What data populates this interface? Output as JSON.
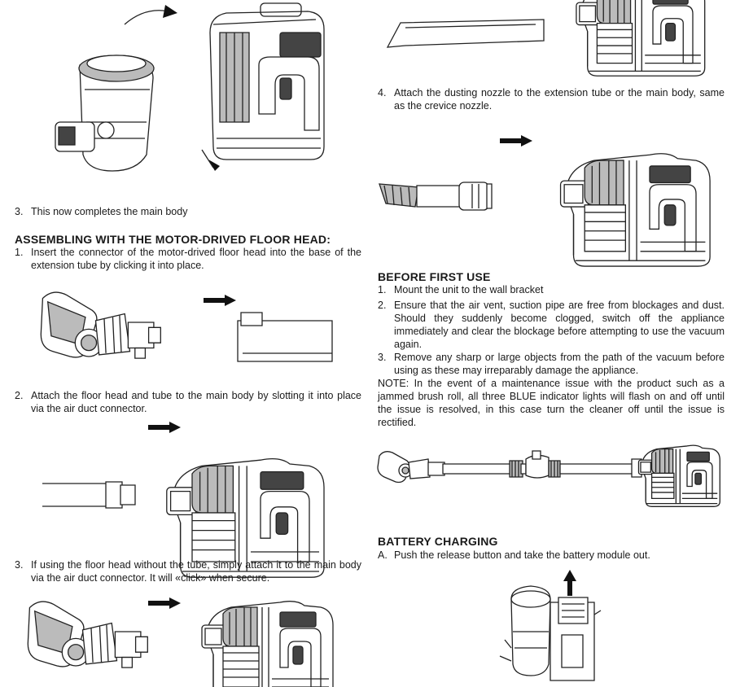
{
  "left": {
    "step3_body": {
      "num": "3.",
      "text": "This now completes the main body"
    },
    "floor_head": {
      "heading": "ASSEMBLING WITH THE MOTOR-DRIVED FLOOR HEAD:",
      "steps": [
        {
          "num": "1.",
          "text": "Insert the connector of the motor-drived floor head into the base of the extension tube by clicking it into place."
        },
        {
          "num": "2.",
          "text": "Attach the floor head and tube to the main body by slotting it into place via the air duct connector."
        },
        {
          "num": "3.",
          "text": "If using the floor head without the tube, simply attach it to the main body via the air duct connector. It will «click» when secure."
        }
      ]
    }
  },
  "right": {
    "step4": {
      "num": "4.",
      "text": "Attach the dusting nozzle to the extension tube or the main body, same as the crevice nozzle."
    },
    "before_first_use": {
      "heading": "BEFORE FIRST USE",
      "steps": [
        {
          "num": "1.",
          "text": "Mount the unit to the wall bracket"
        },
        {
          "num": "2.",
          "text": "Ensure that the air vent, suction pipe are free from blockages and dust. Should they suddenly become clogged, switch off the appliance immediately and clear the blockage before  attempting to use the vacuum again."
        },
        {
          "num": "3.",
          "text": "Remove any sharp or large objects from the path of the vacuum before using as these may irreparably damage the appliance."
        }
      ],
      "note": "NOTE: In the event of a maintenance issue with the product such as a jammed brush roll, all three BLUE indicator lights will flash on and off until the issue is resolved, in this case turn the cleaner off until the issue is rectified."
    },
    "battery": {
      "heading": "BATTERY CHARGING",
      "steps": [
        {
          "num": "A.",
          "text": "Push the release button and take the battery module out."
        }
      ]
    }
  },
  "icons": {
    "arrow": "right-arrow-icon",
    "vacuum": "vacuum-main-body-icon"
  }
}
